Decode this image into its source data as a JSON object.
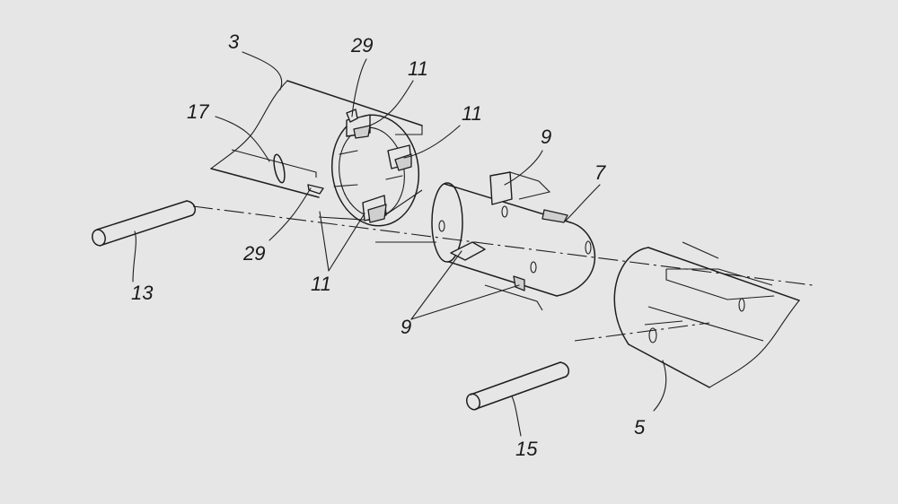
{
  "labels": {
    "tube_left": "3",
    "tube_right": "5",
    "inner_cylinder": "7",
    "pin_left": "13",
    "pin_right": "15",
    "hole_left": "17",
    "tab_top": "9",
    "tab_bottom": "9",
    "flap_top_a": "11",
    "flap_top_b": "11",
    "flap_bottom": "11",
    "stop_top": "29",
    "stop_bottom": "29"
  },
  "colors": {
    "background": "#e6e6e6",
    "ink": "#1e1e1e"
  }
}
